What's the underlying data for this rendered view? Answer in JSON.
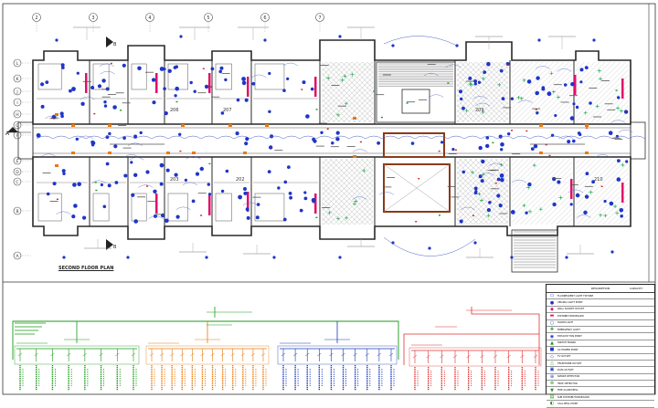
{
  "plan": {
    "title": "SECOND FLOOR PLAN",
    "grid_cols": [
      "2",
      "3",
      "4",
      "5",
      "6",
      "7"
    ],
    "grid_rows": [
      "L",
      "K",
      "J",
      "I",
      "H",
      "G",
      "F",
      "E",
      "D",
      "C",
      "B",
      "A"
    ],
    "rooms_north": [
      "206",
      "207"
    ],
    "rooms_south": [
      "203",
      "202"
    ],
    "rooms_right": [
      "209",
      "210"
    ],
    "marker_b": "B"
  },
  "colors": {
    "line": "#2a2a2a",
    "light": "#1f35c8",
    "socket": "#e0106a",
    "green": "#1a9a1a",
    "orange": "#e87a10",
    "red": "#d42020",
    "brown": "#8b3a1a"
  },
  "schematic": {
    "groups": [
      {
        "color": "green",
        "ways": 8
      },
      {
        "color": "orange",
        "ways": 12
      },
      {
        "color": "blue",
        "ways": 10
      },
      {
        "color": "red",
        "ways": 10
      }
    ]
  },
  "legend": {
    "headers": [
      "DESCRIPTION",
      "CAPACITY"
    ],
    "rows": [
      {
        "symbol": "▭",
        "desc": "FLUORESCENT LIGHT FIXTURE",
        "cap": ""
      },
      {
        "symbol": "●",
        "desc": "CEILING LIGHT POINT",
        "cap": ""
      },
      {
        "symbol": "◆",
        "desc": "WALL SOCKET OUTLET",
        "cap": ""
      },
      {
        "symbol": "▬",
        "desc": "DISTRIBUTION BOARD",
        "cap": ""
      },
      {
        "symbol": "○",
        "desc": "DOWN LIGHT",
        "cap": ""
      },
      {
        "symbol": "✚",
        "desc": "EMERGENCY LIGHT",
        "cap": ""
      },
      {
        "symbol": "◉",
        "desc": "EXHAUST FAN POINT",
        "cap": ""
      },
      {
        "symbol": "▲",
        "desc": "SWITCH BOARD",
        "cap": ""
      },
      {
        "symbol": "■",
        "desc": "AC POWER POINT",
        "cap": ""
      },
      {
        "symbol": "◇",
        "desc": "TV OUTLET",
        "cap": ""
      },
      {
        "symbol": "△",
        "desc": "TELEPHONE OUTLET",
        "cap": ""
      },
      {
        "symbol": "▣",
        "desc": "DATA OUTLET",
        "cap": ""
      },
      {
        "symbol": "⊕",
        "desc": "SMOKE DETECTOR",
        "cap": ""
      },
      {
        "symbol": "⊗",
        "desc": "HEAT DETECTOR",
        "cap": ""
      },
      {
        "symbol": "▼",
        "desc": "FIRE ALARM BELL",
        "cap": ""
      },
      {
        "symbol": "▤",
        "desc": "SUB DISTRIBUTION BOARD",
        "cap": ""
      },
      {
        "symbol": "◐",
        "desc": "CALL BELL POINT",
        "cap": ""
      }
    ]
  }
}
